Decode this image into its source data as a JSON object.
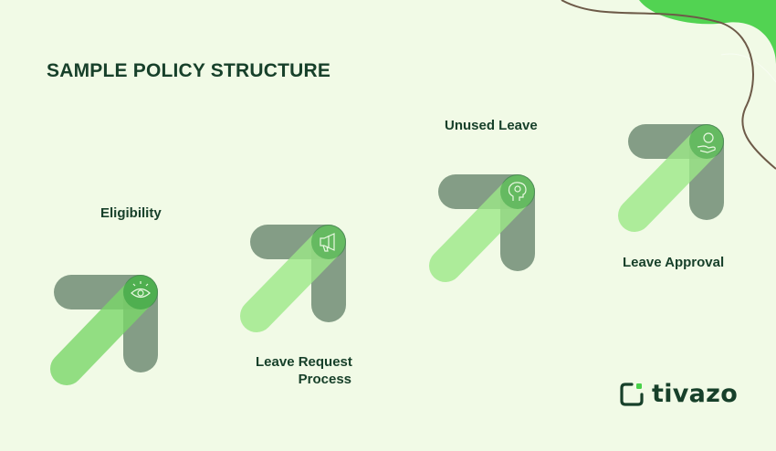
{
  "page": {
    "title": "SAMPLE POLICY STRUCTURE"
  },
  "steps": [
    {
      "label": "Eligibility",
      "icon": "eye-icon"
    },
    {
      "label": "Leave Request Process",
      "label_lines": [
        "Leave Request",
        "Process"
      ],
      "icon": "megaphone-icon"
    },
    {
      "label": "Unused Leave",
      "icon": "brain-icon"
    },
    {
      "label": "Leave Approval",
      "icon": "hand-coin-icon"
    }
  ],
  "brand": {
    "name": "tivazo"
  },
  "colors": {
    "background": "#f1fae6",
    "text": "#17402a",
    "arrow_grey": "#5f7d66",
    "arrow_green_light": "#9ce987",
    "arrow_green": "#7ad769",
    "blob_green": "#49d14a",
    "icon_badge": "#2f9a3a"
  }
}
